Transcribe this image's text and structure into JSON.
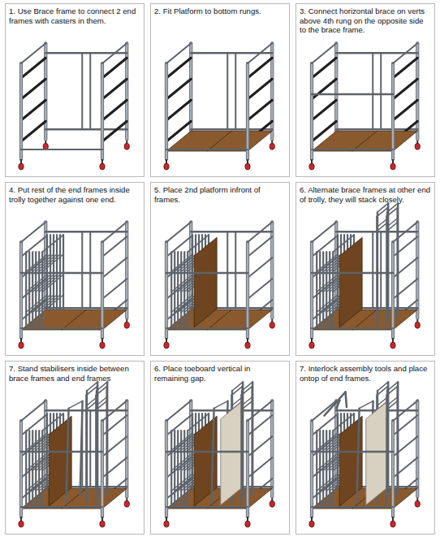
{
  "diagram": {
    "nodes": [
      {
        "text": [
          "1. Use Brace frame to connect 2 end frames with casters in them."
        ]
      },
      {
        "text": [
          "2. Fit Platform to bottom rungs."
        ]
      },
      {
        "text": [
          "3. Connect horizontal brace on verts above 4th rung on the opposite side to the brace frame."
        ]
      },
      {
        "text": [
          "4. Put rest of the end frames inside trolly together against one end."
        ]
      },
      {
        "text": [
          "5. Place 2nd platform infront of frames."
        ]
      },
      {
        "text": [
          "6. Alternate brace frames at other end of trolly, they will stack closely."
        ]
      },
      {
        "text": [
          "7. Stand stabilisers inside between brace frames and end frames"
        ]
      },
      {
        "text": [
          "6. Place toeboard vertical in remaining gap."
        ]
      },
      {
        "text": [
          "7. Interlock assembly tools and place ontop of end frames."
        ]
      }
    ]
  }
}
